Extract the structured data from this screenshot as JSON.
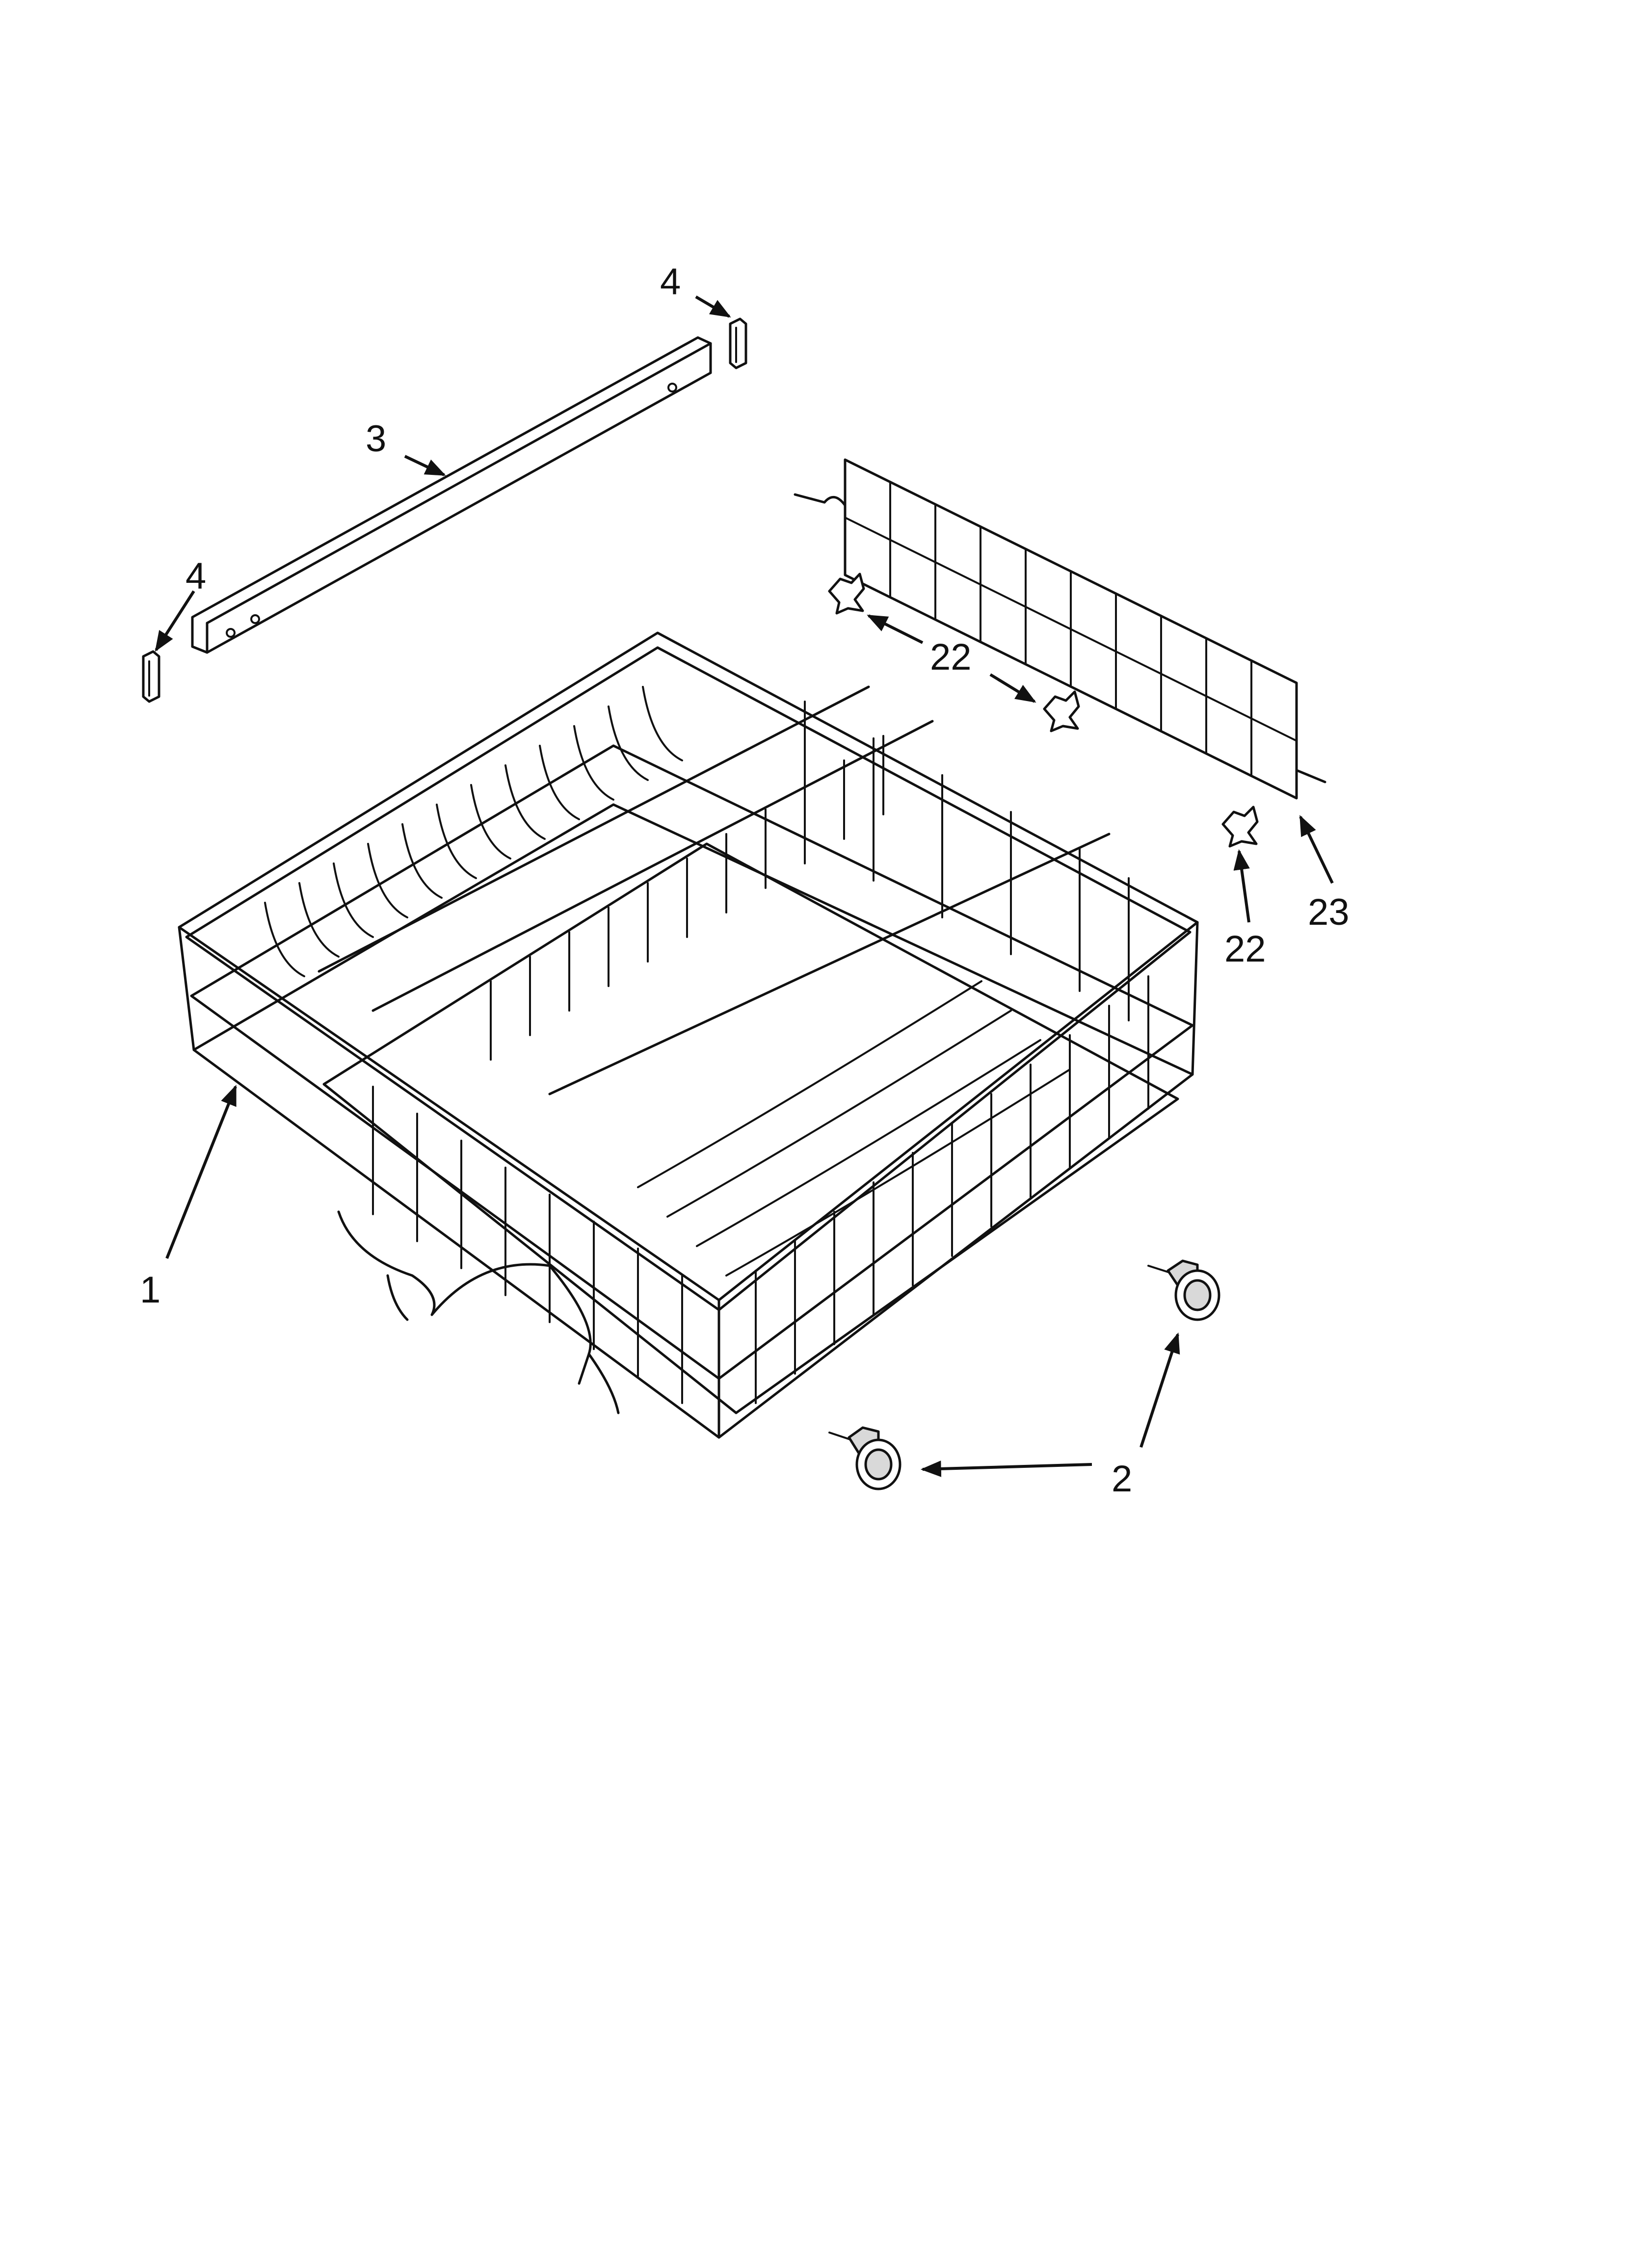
{
  "callouts": {
    "rack": "1",
    "wheel": "2",
    "rail": "3",
    "end_cap_top": "4",
    "end_cap_left": "4",
    "clip_top": "22",
    "clip_bottom": "22",
    "shelf": "23"
  },
  "icons": [
    "arrow-icon"
  ],
  "colors": {
    "line": "#111111",
    "background": "#ffffff"
  }
}
